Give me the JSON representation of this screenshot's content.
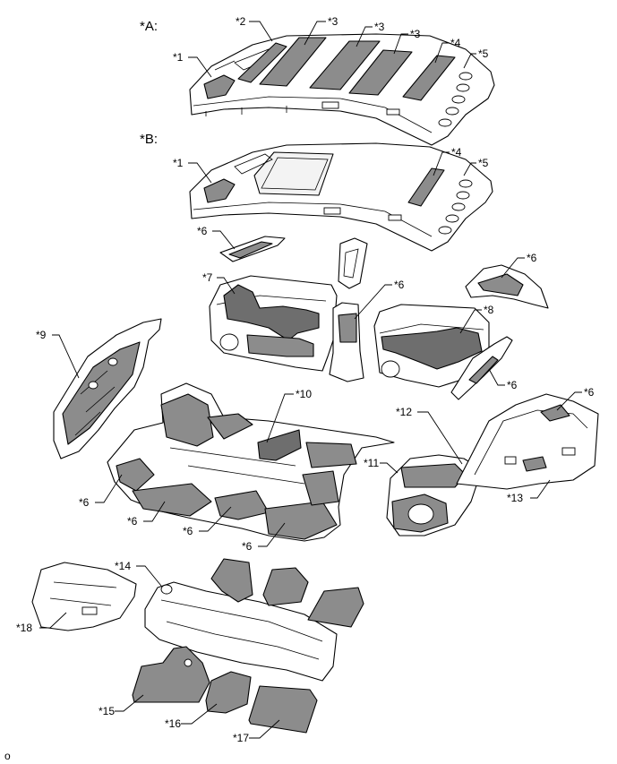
{
  "diagram": {
    "section_labels": {
      "a": "*A:",
      "b": "*B:"
    },
    "callouts": {
      "c1a": "*1",
      "c2": "*2",
      "c3a": "*3",
      "c3b": "*3",
      "c3c": "*3",
      "c4a": "*4",
      "c5a": "*5",
      "c1b": "*1",
      "c4b": "*4",
      "c5b": "*5",
      "c6a": "*6",
      "c6b": "*6",
      "c7": "*7",
      "c6c": "*6",
      "c8": "*8",
      "c9": "*9",
      "c6d": "*6",
      "c6e": "*6",
      "c10": "*10",
      "c12": "*12",
      "c11": "*11",
      "c13": "*13",
      "c6f": "*6",
      "c6g": "*6",
      "c6h": "*6",
      "c6i": "*6",
      "c14": "*14",
      "c18": "*18",
      "c15": "*15",
      "c16": "*16",
      "c17": "*17"
    },
    "footer_mark": "o"
  }
}
